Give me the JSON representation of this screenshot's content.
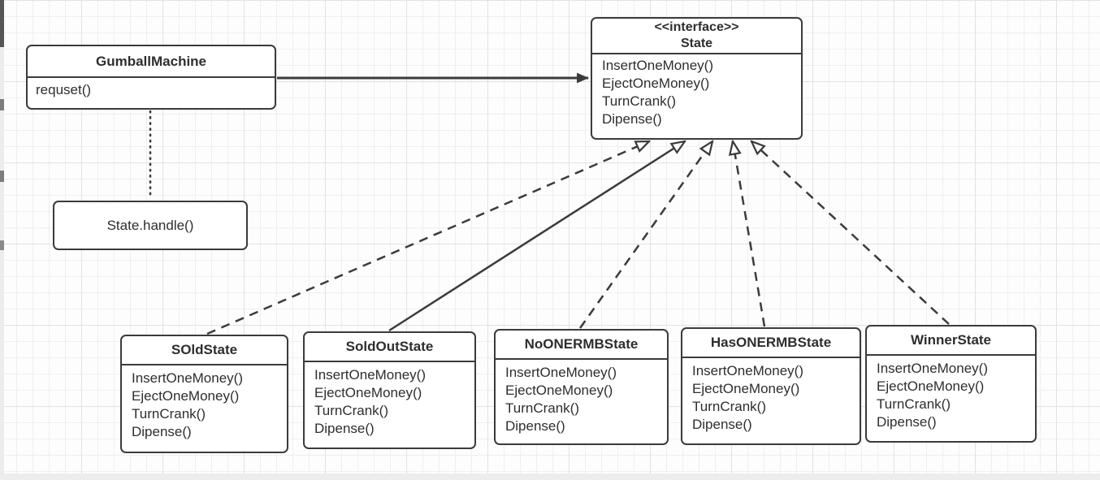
{
  "colors": {
    "line": "#3b3b3b",
    "box_border": "#3b3b3b",
    "box_fill": "#ffffff",
    "grid_minor": "#efefef",
    "grid_major": "#e2e2e2"
  },
  "classes": {
    "gumball_machine": {
      "name": "GumballMachine",
      "methods": [
        "requset()"
      ]
    },
    "state_handle_note": {
      "label": "State.handle()"
    },
    "state_interface": {
      "stereotype": "<<interface>>",
      "name": "State",
      "methods": [
        "InsertOneMoney()",
        "EjectOneMoney()",
        "TurnCrank()",
        "Dipense()"
      ]
    },
    "sold_state": {
      "name": "SOldState",
      "methods": [
        "InsertOneMoney()",
        "EjectOneMoney()",
        "TurnCrank()",
        "Dipense()"
      ]
    },
    "sold_out_state": {
      "name": "SoldOutState",
      "methods": [
        "InsertOneMoney()",
        "EjectOneMoney()",
        "TurnCrank()",
        "Dipense()"
      ]
    },
    "no_one_rmb_state": {
      "name": "NoONERMBState",
      "methods": [
        "InsertOneMoney()",
        "EjectOneMoney()",
        "TurnCrank()",
        "Dipense()"
      ]
    },
    "has_one_rmb_state": {
      "name": "HasONERMBState",
      "methods": [
        "InsertOneMoney()",
        "EjectOneMoney()",
        "TurnCrank()",
        "Dipense()"
      ]
    },
    "winner_state": {
      "name": "WinnerState",
      "methods": [
        "InsertOneMoney()",
        "EjectOneMoney()",
        "TurnCrank()",
        "Dipense()"
      ]
    }
  },
  "connectors": {
    "association": {
      "from": "GumballMachine",
      "to": "State",
      "style": "solid",
      "head": "filled-arrow"
    },
    "dependency_note": {
      "from": "GumballMachine",
      "to": "State.handle()",
      "style": "dotted",
      "head": "none"
    },
    "realization_sold": {
      "from": "SOldState",
      "to": "State",
      "style": "dashed",
      "head": "open-triangle"
    },
    "realization_soldout": {
      "from": "SoldOutState",
      "to": "State",
      "style": "solid",
      "head": "open-triangle"
    },
    "realization_noonermb": {
      "from": "NoONERMBState",
      "to": "State",
      "style": "dashed",
      "head": "open-triangle"
    },
    "realization_hasonermb": {
      "from": "HasONERMBState",
      "to": "State",
      "style": "dashed",
      "head": "open-triangle"
    },
    "realization_winner": {
      "from": "WinnerState",
      "to": "State",
      "style": "dashed",
      "head": "open-triangle"
    }
  }
}
